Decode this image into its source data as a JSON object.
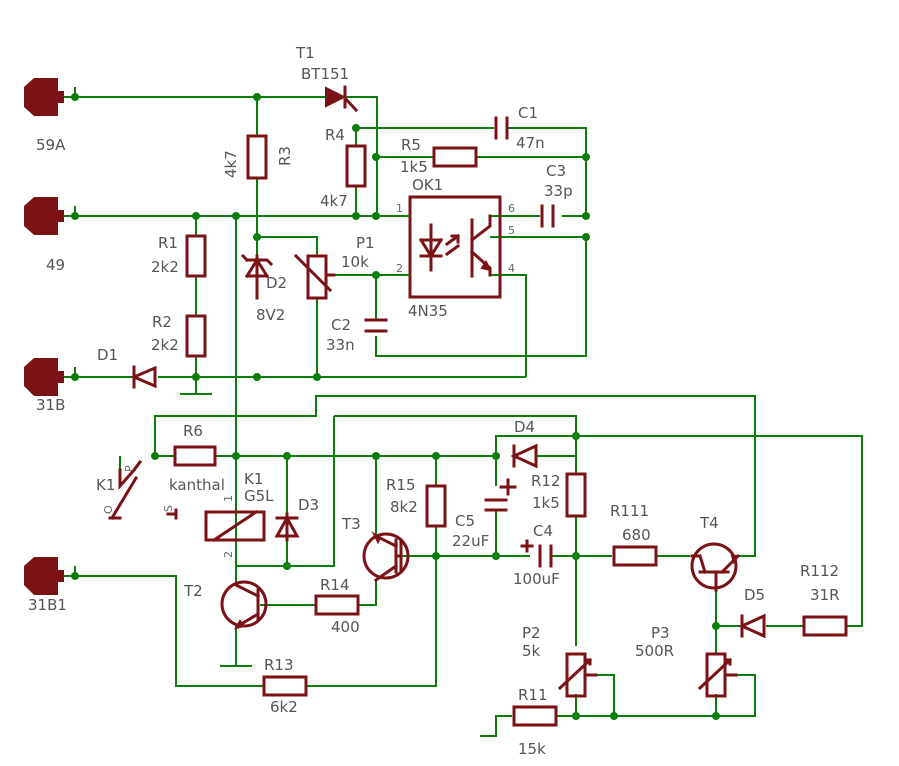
{
  "terminals": {
    "t59a": "59A",
    "t49": "49",
    "t31b": "31B",
    "t31b1": "31B1"
  },
  "components": {
    "T1": {
      "name": "T1",
      "value": "BT151"
    },
    "R4": {
      "name": "R4",
      "value": "4k7"
    },
    "R3": {
      "name": "R3",
      "value": "4k7"
    },
    "R5": {
      "name": "R5",
      "value": "1k5"
    },
    "C1": {
      "name": "C1",
      "value": "47n"
    },
    "C3": {
      "name": "C3",
      "value": "33p"
    },
    "OK1": {
      "name": "OK1",
      "value": "4N35",
      "pins": [
        "1",
        "2",
        "4",
        "5",
        "6"
      ]
    },
    "R1": {
      "name": "R1",
      "value": "2k2"
    },
    "R2": {
      "name": "R2",
      "value": "2k2"
    },
    "D2": {
      "name": "D2",
      "value": "8V2"
    },
    "P1": {
      "name": "P1",
      "value": "10k"
    },
    "C2": {
      "name": "C2",
      "value": "33n"
    },
    "D1": {
      "name": "D1"
    },
    "R6": {
      "name": "R6",
      "value": "kanthal"
    },
    "K1": {
      "name": "K1",
      "value": "G5L",
      "pins": [
        "1",
        "2"
      ],
      "switch_pins": [
        "P",
        "O",
        "S"
      ]
    },
    "D3": {
      "name": "D3"
    },
    "T2": {
      "name": "T2"
    },
    "R14": {
      "name": "R14",
      "value": "400"
    },
    "T3": {
      "name": "T3"
    },
    "R15": {
      "name": "R15",
      "value": "8k2"
    },
    "C5": {
      "name": "C5",
      "value": "22uF"
    },
    "D4": {
      "name": "D4"
    },
    "R12": {
      "name": "R12",
      "value": "1k5"
    },
    "C4": {
      "name": "C4",
      "value": "100uF"
    },
    "R111": {
      "name": "R111",
      "value": "680"
    },
    "T4": {
      "name": "T4"
    },
    "D5": {
      "name": "D5"
    },
    "R112": {
      "name": "R112",
      "value": "31R"
    },
    "P2": {
      "name": "P2",
      "value": "5k"
    },
    "P3": {
      "name": "P3",
      "value": "500R"
    },
    "R13": {
      "name": "R13",
      "value": "6k2"
    },
    "R11": {
      "name": "R11",
      "value": "15k"
    }
  }
}
